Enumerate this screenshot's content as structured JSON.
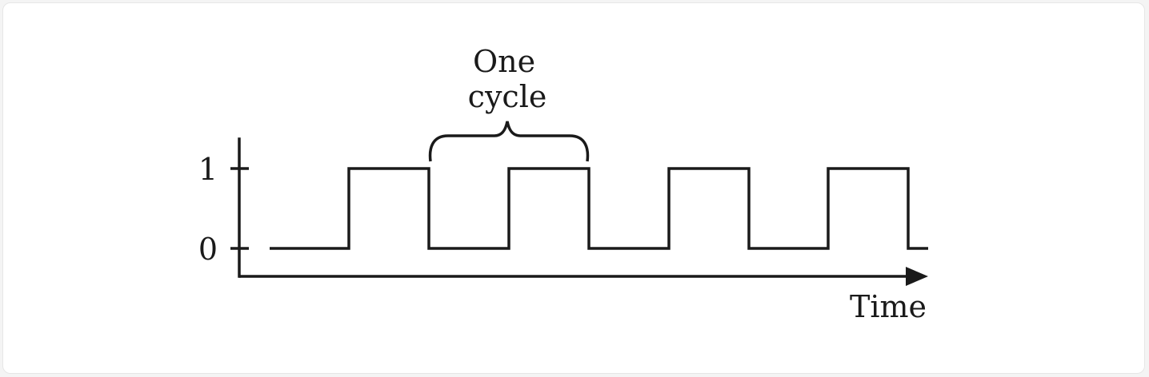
{
  "diagram": {
    "title": "",
    "annotation": {
      "line1": "One",
      "line2": "cycle"
    },
    "y_axis": {
      "tick_high": "1",
      "tick_low": "0"
    },
    "x_axis": {
      "label": "Time"
    },
    "signal": {
      "type": "square-wave",
      "levels": [
        0,
        1
      ],
      "sequence": [
        0,
        1,
        0,
        1,
        0,
        1,
        0,
        1,
        0
      ],
      "highlighted_cycle": {
        "from_segment": 2,
        "to_segment": 3
      }
    },
    "colors": {
      "ink": "#1a1a1a",
      "background": "#ffffff"
    }
  }
}
